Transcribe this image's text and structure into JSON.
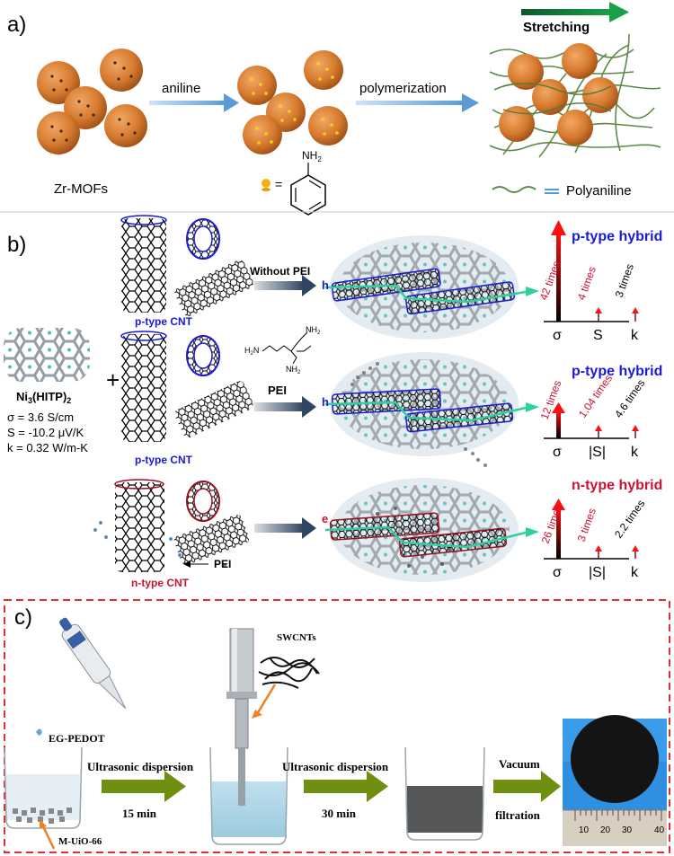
{
  "panel_a": {
    "label": "a)",
    "stretching": "Stretching",
    "arrow1": "aniline",
    "arrow2": "polymerization",
    "zr_mofs": "Zr-MOFs",
    "nh2": "NH",
    "nh2_sub": "2",
    "eq": "=",
    "polyaniline": "Polyaniline"
  },
  "panel_b": {
    "label": "b)",
    "row1": {
      "cnt": "p-type CNT",
      "arrow_label": "Without PEI",
      "carrier": "h",
      "title": "p-type hybrid",
      "factors": [
        "42 times",
        "4 times",
        "3 times"
      ],
      "axis": [
        "σ",
        "S",
        "k"
      ]
    },
    "row2": {
      "cnt": "p-type CNT",
      "arrow_label": "PEI",
      "carrier": "h",
      "title": "p-type hybrid",
      "factors": [
        "12 times",
        "1.04 times",
        "4.6 times"
      ],
      "axis": [
        "σ",
        "|S|",
        "k"
      ]
    },
    "row3": {
      "cnt": "n-type CNT",
      "pei": "PEI",
      "carrier": "e",
      "title": "n-type hybrid",
      "factors": [
        "26 times",
        "3 times",
        "2.2 times"
      ],
      "axis": [
        "σ",
        "|S|",
        "k"
      ]
    },
    "plus": "+",
    "ni_formula": "Ni",
    "ni_sub": "3",
    "ni_rest": "(HITP)",
    "ni_sub2": "2",
    "props": [
      "σ = 3.6 S/cm",
      "S = -10.2 μV/K",
      "k = 0.32 W/m-K"
    ],
    "nh2": "NH",
    "nh2_sub": "2",
    "h2n": "H",
    "h2n_sub": "2",
    "h2n_end": "N"
  },
  "panel_c": {
    "label": "c)",
    "eg_pedot": "EG-PEDOT",
    "m_uio": "M-UiO-66",
    "swcnts": "SWCNTs",
    "step1": "Ultrasonic dispersion",
    "step1_time": "15 min",
    "step2": "Ultrasonic dispersion",
    "step2_time": "30 min",
    "step3": "Vacuum",
    "step3b": "filtration",
    "ruler_ticks": [
      "10",
      "20",
      "30",
      "40"
    ]
  },
  "colors": {
    "blue": "#1a1ad6",
    "red": "#cc1133",
    "darkred": "#9a1020",
    "green_arrow": "#6f8f10",
    "mof_orange": "#d67a2e",
    "dashed": "#e03030"
  }
}
